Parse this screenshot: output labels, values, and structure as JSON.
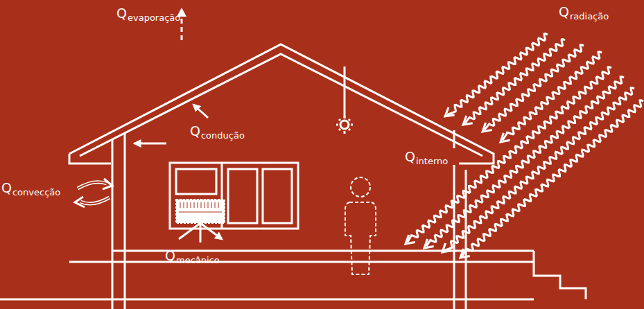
{
  "diagram": {
    "labels": [
      "Q",
      "evaporação",
      "Q",
      "radiação",
      "Q",
      "condução",
      "Q",
      "convecção",
      "Q",
      "interno",
      "Q",
      "mecânico"
    ]
  }
}
